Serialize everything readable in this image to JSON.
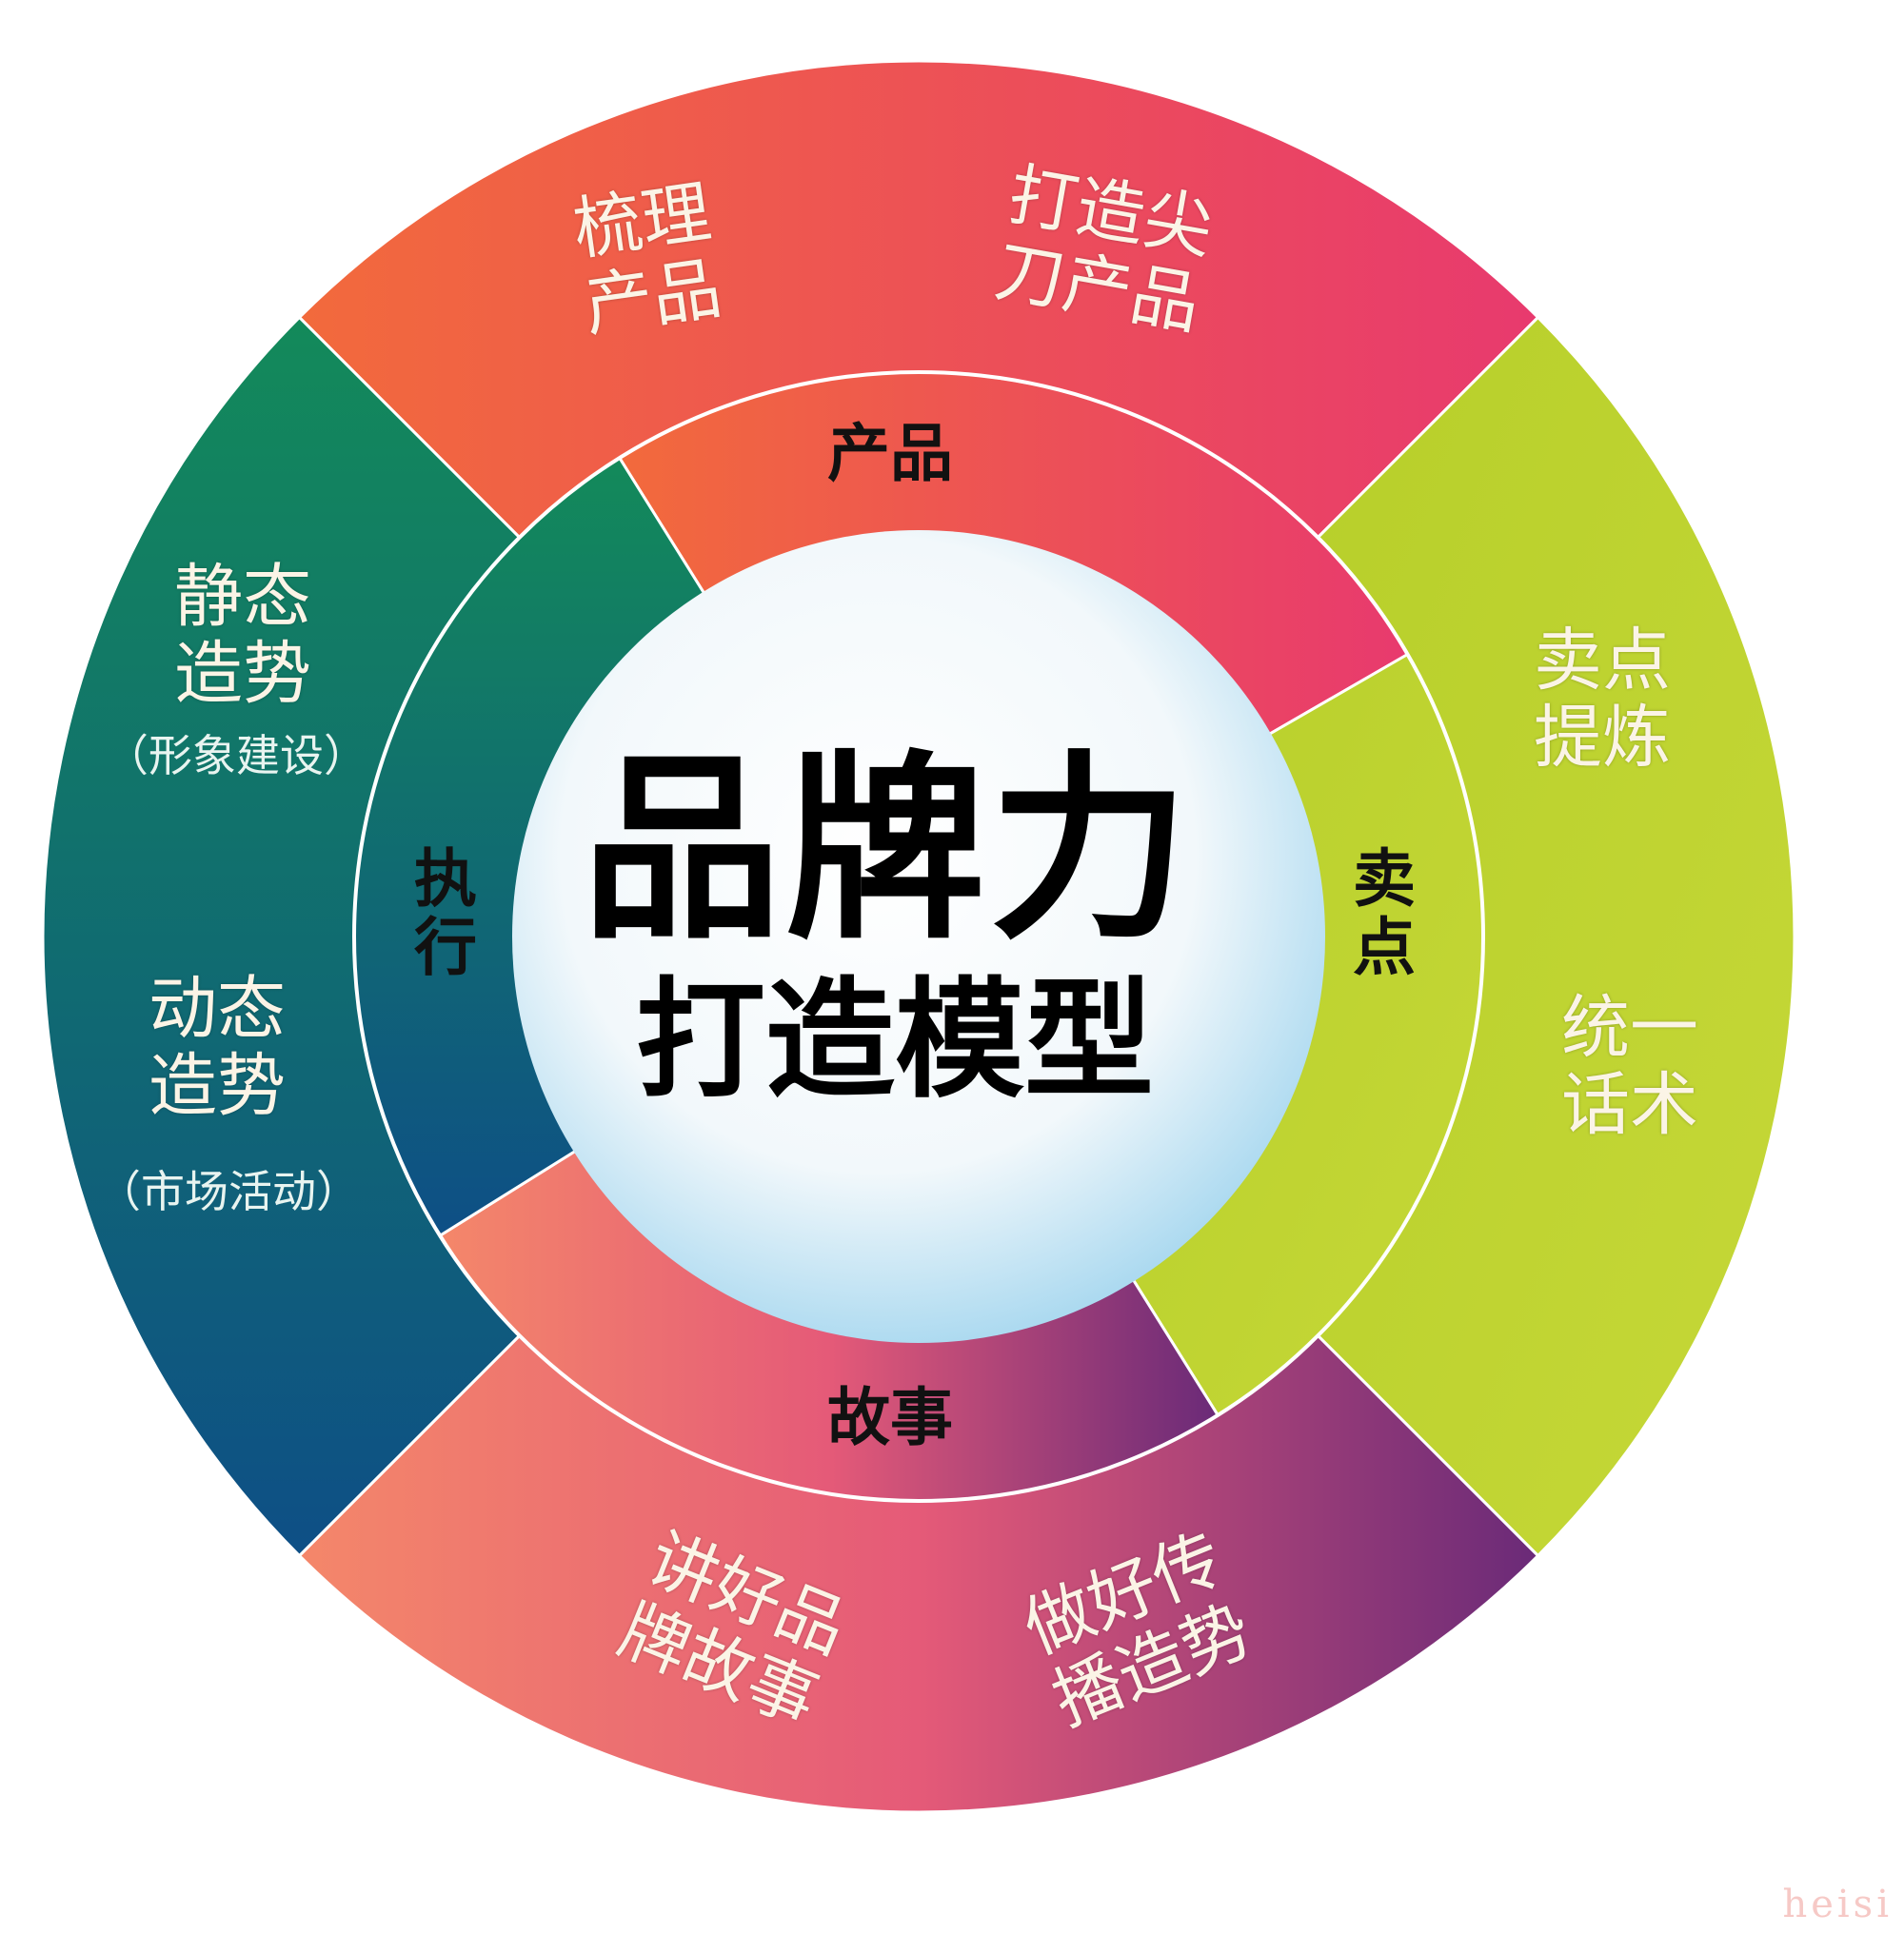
{
  "center": {
    "line1": "品牌力",
    "line2": "打造模型"
  },
  "inner_labels": {
    "top": "产品",
    "right": "卖点",
    "bottom": "故事",
    "left": "执行"
  },
  "outer": {
    "top": [
      "梳理\n产品",
      "打造尖\n刀产品"
    ],
    "right": [
      "卖点\n提炼",
      "统一\n话术"
    ],
    "bottom": [
      "讲好品\n牌故事",
      "做好传\n播造势"
    ],
    "left": [
      {
        "title": "静态\n造势",
        "note": "（形象建设）"
      },
      {
        "title": "动态\n造势",
        "note": "（市场活动）"
      }
    ]
  },
  "colors": {
    "top_a": "#f26a3c",
    "top_b": "#e83a6e",
    "right_a": "#c8d830",
    "right_b": "#a9c428",
    "bottom_a": "#f4876a",
    "bottom_b": "#6a2a78",
    "left_a": "#138a5a",
    "left_b": "#0e4f86"
  },
  "watermark": "heisi"
}
